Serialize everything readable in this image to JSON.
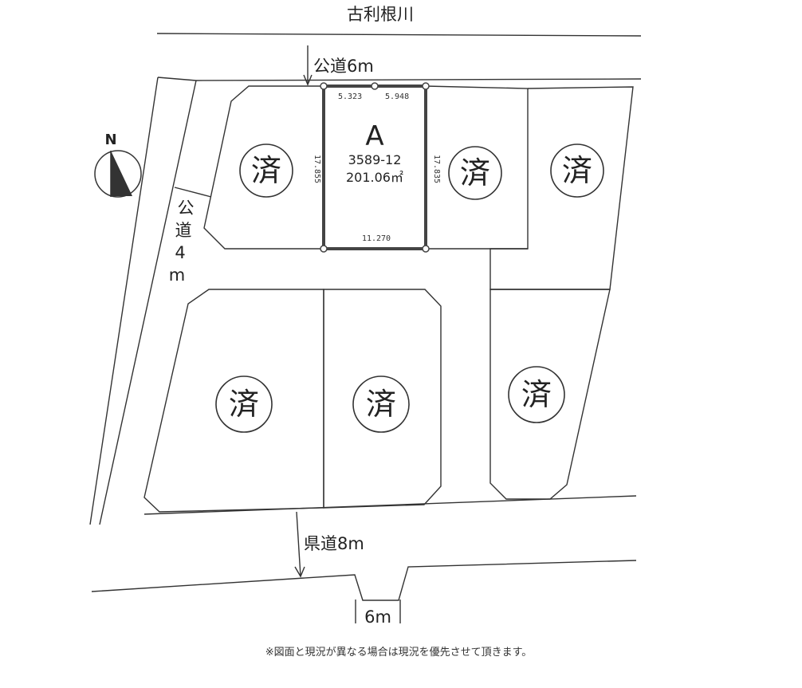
{
  "river": "古利根川",
  "roads": {
    "north": "公道6m",
    "west_chars": [
      "公",
      "道",
      "4",
      "m"
    ],
    "south": "県道8m",
    "bottom": "6m"
  },
  "compass": "N",
  "lot_a": {
    "letter": "A",
    "number": "3589-12",
    "area": "201.06㎡",
    "dim_top_left": "5.323",
    "dim_top_right": "5.948",
    "dim_left": "17.855",
    "dim_right": "17.835",
    "dim_bottom": "11.270"
  },
  "sold_label": "済",
  "sold_lots": [
    "lot-north-west",
    "lot-north-center",
    "lot-north-east",
    "lot-south-west",
    "lot-south-center",
    "lot-south-east"
  ],
  "footnote": "※図面と現況が異なる場合は現況を優先させて頂きます。"
}
